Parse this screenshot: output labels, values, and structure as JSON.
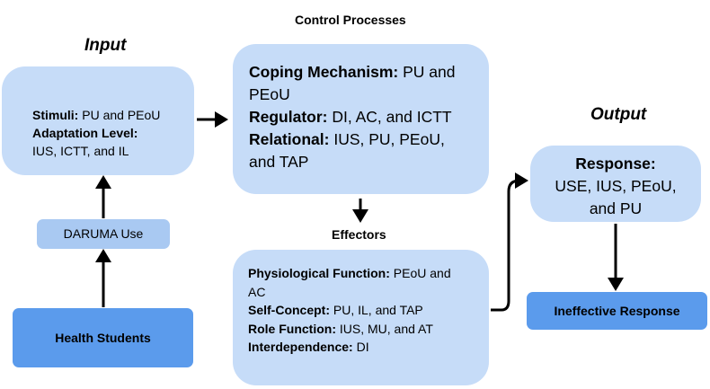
{
  "headings": {
    "input": "Input",
    "control_processes": "Control Processes",
    "effectors": "Effectors",
    "output": "Output"
  },
  "input_box": {
    "stimuli_label": "Stimuli:",
    "stimuli_value": " PU and PEoU",
    "adaptation_label": "Adaptation Level:",
    "adaptation_value": "IUS, ICTT, and IL"
  },
  "daruma_use": {
    "label": "DARUMA Use"
  },
  "health_students": {
    "label": "Health Students"
  },
  "control_box": {
    "coping_label": "Coping Mechanism:",
    "coping_value_1": " PU and",
    "coping_value_2": "PEoU",
    "regulator_label": "Regulator:",
    "regulator_value": " DI, AC, and ICTT",
    "relational_label": "Relational:",
    "relational_value_1": " IUS, PU, PEoU,",
    "relational_value_2": "and TAP"
  },
  "effectors_box": {
    "physiological_label": "Physiological Function:",
    "physiological_value_1": " PEoU and",
    "physiological_value_2": "AC",
    "self_concept_label": "Self-Concept:",
    "self_concept_value": " PU, IL, and TAP",
    "role_label": "Role Function:",
    "role_value": " IUS, MU, and AT",
    "interdependence_label": "Interdependence:",
    "interdependence_value": " DI"
  },
  "response_box": {
    "label": "Response:",
    "line1": "USE, IUS, PEoU,",
    "line2": "and PU"
  },
  "ineffective_response": {
    "label": "Ineffective Response"
  },
  "colors": {
    "light_box": "#c6dcf8",
    "medium_box": "#a9c9f2",
    "dark_box": "#5b9bec"
  }
}
